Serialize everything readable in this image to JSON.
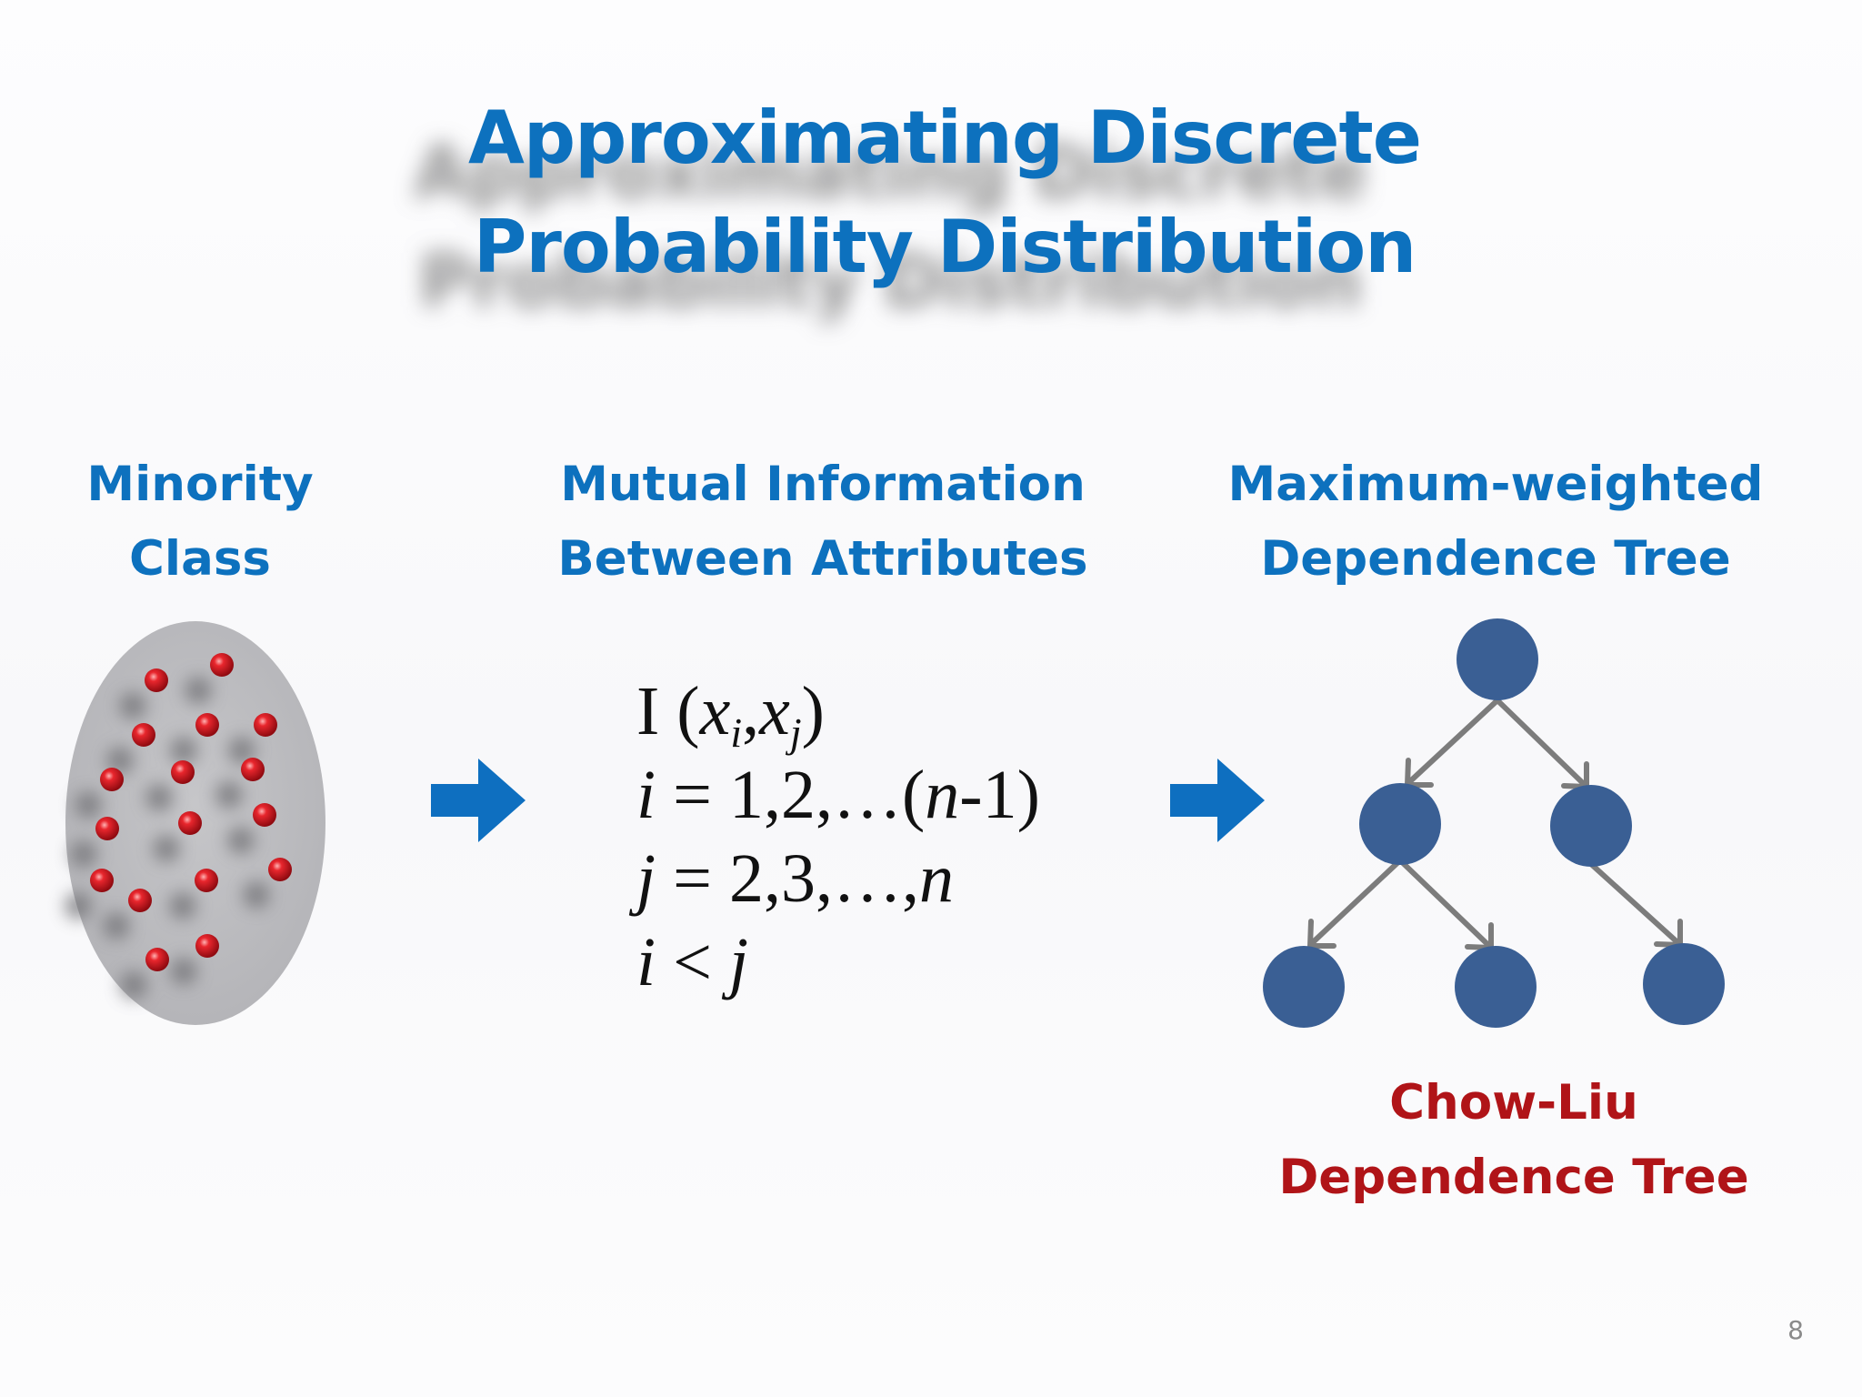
{
  "slide": {
    "title_lines": [
      "Approximating Discrete",
      "Probability Distribution"
    ],
    "page_number": "8"
  },
  "columns": {
    "minority": {
      "heading_lines": [
        "Minority",
        "Class"
      ]
    },
    "mutual_info": {
      "heading_lines": [
        "Mutual Information",
        "Between Attributes"
      ],
      "formula": {
        "line1": {
          "prefix": "I (",
          "x": "x",
          "sub_i": "i",
          "comma": ",",
          "x2": "x",
          "sub_j": "j",
          "suffix": ")"
        },
        "line2": {
          "var": "i",
          "eq": " = 1,2,…(",
          "n": "n",
          "tail": "-1)"
        },
        "line3": {
          "var": "j",
          "eq": " = 2,3,…,",
          "n": "n"
        },
        "line4": {
          "var_i": "i",
          "lt": " < ",
          "var_j": "j"
        }
      }
    },
    "tree": {
      "heading_lines": [
        "Maximum-weighted",
        "Dependence Tree"
      ],
      "caption_lines": [
        "Chow-Liu",
        "Dependence Tree"
      ]
    }
  },
  "colors": {
    "title_blue": "#0d71be",
    "caption_red": "#b01418",
    "node_blue": "#3a5f94",
    "edge_gray": "#7c7c7c",
    "arrow_blue": "#0e6fc0",
    "ellipse_gray": "#bcbcbf",
    "dot_red": "#d0141c"
  },
  "icons": [
    "right-arrow-icon",
    "right-arrow-icon"
  ]
}
